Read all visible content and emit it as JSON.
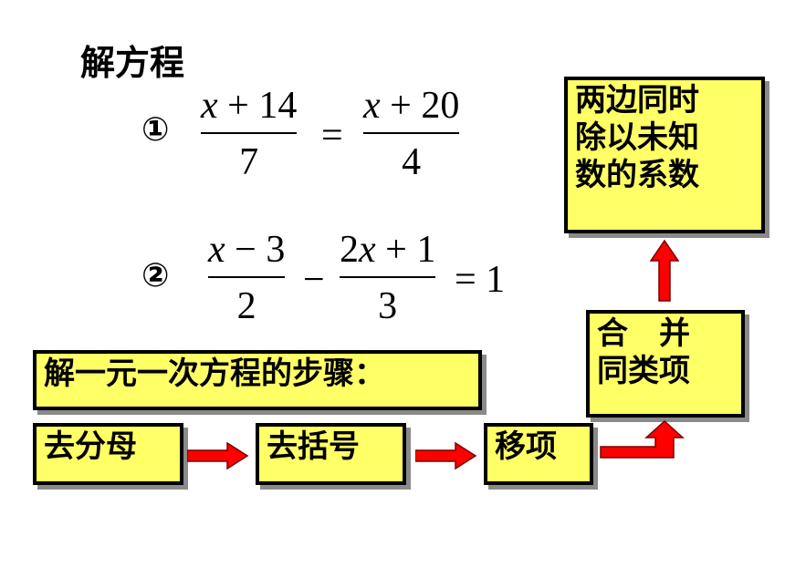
{
  "heading": "解方程",
  "equations": [
    {
      "marker": "①",
      "left": {
        "num_var": "x",
        "num_rest": " + 14",
        "den": "7"
      },
      "op": "=",
      "right": {
        "num_var": "x",
        "num_rest": " + 20",
        "den": "4"
      }
    },
    {
      "marker": "②",
      "first": {
        "num_var": "x",
        "num_rest": " − 3",
        "den": "2"
      },
      "minus": "−",
      "second": {
        "num_pre": "2",
        "num_var": "x",
        "num_rest": " + 1",
        "den": "3"
      },
      "eq": "= 1"
    }
  ],
  "steps_title": "解一元一次方程的步骤：",
  "steps": {
    "s1": "去分母",
    "s2": "去括号",
    "s3": "移项",
    "s4_line1": "合　并",
    "s4_line2": "同类项",
    "s5_line1": "两边同时",
    "s5_line2": "除以未知",
    "s5_line3": "数的系数"
  },
  "colors": {
    "box_fill": "#ffff66",
    "arrow_fill": "#ff0000"
  }
}
